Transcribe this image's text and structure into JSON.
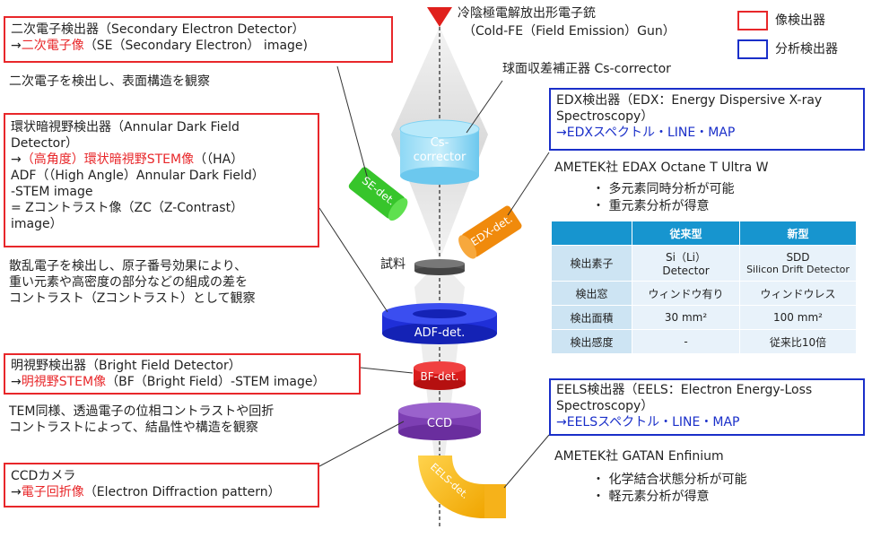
{
  "gun": {
    "title": "冷陰極電解放出形電子銃",
    "subtitle": "（Cold-FE（Field Emission）Gun）"
  },
  "cs_corrector": {
    "label": "球面収差補正器 Cs-corrector",
    "component_line1": "Cs-",
    "component_line2": "corrector"
  },
  "legend": {
    "image_detector": "像検出器",
    "analysis_detector": "分析検出器",
    "image_color": "#e8272a",
    "analysis_color": "#1a2fc9"
  },
  "se": {
    "box_line1": "二次電子検出器（Secondary Electron Detector）",
    "box_line2_arrow": "→",
    "box_line2_red": "二次電子像",
    "box_line2_rest": "（SE（Secondary Electron） image)",
    "desc": "二次電子を検出し、表面構造を観察",
    "component": "SE-det."
  },
  "adf": {
    "box_line1": "環状暗視野検出器（Annular Dark Field",
    "box_line2": "Detector）",
    "box_line3_arrow": "→",
    "box_line3_red": "（高角度）環状暗視野STEM像",
    "box_line3_rest": "（（HA）",
    "box_line4": "ADF（（High Angle）Annular Dark Field）",
    "box_line5": "-STEM image",
    "box_line6": "= Zコントラスト像（ZC（Z-Contrast）",
    "box_line7": "image）",
    "desc_line1": "散乱電子を検出し、原子番号効果により、",
    "desc_line2": "重い元素や高密度の部分などの組成の差を",
    "desc_line3": "コントラスト（Zコントラスト）として観察",
    "component": "ADF-det."
  },
  "sample": {
    "label": "試料"
  },
  "bf": {
    "box_line1": "明視野検出器（Bright Field Detector）",
    "box_line2_arrow": "→",
    "box_line2_red": "明視野STEM像",
    "box_line2_rest": "（BF（Bright Field）-STEM image）",
    "desc_line1": "TEM同様、透過電子の位相コントラストや回折",
    "desc_line2": "コントラストによって、結晶性や構造を観察",
    "component": "BF-det."
  },
  "ccd": {
    "box_line1": "CCDカメラ",
    "box_line2_arrow": "→",
    "box_line2_red": "電子回折像",
    "box_line2_rest": "（Electron Diffraction pattern）",
    "component": "CCD"
  },
  "edx": {
    "box_line1": "EDX検出器（EDX：Energy Dispersive X-ray",
    "box_line2": "Spectroscopy）",
    "box_line3": "→EDXスペクトル・LINE・MAP",
    "model": "AMETEK社 EDAX Octane T Ultra W",
    "bullet1": "・ 多元素同時分析が可能",
    "bullet2": "・ 重元素分析が得意",
    "component": "EDX-det."
  },
  "table": {
    "header": [
      "",
      "従来型",
      "新型"
    ],
    "rows": [
      {
        "label": "検出素子",
        "old_line1": "Si（Li）",
        "old_line2": "Detector",
        "new_line1": "SDD",
        "new_line2": "Silicon Drift Detector"
      },
      {
        "label": "検出窓",
        "old": "ウィンドウ有り",
        "new": "ウィンドウレス"
      },
      {
        "label": "検出面積",
        "old": "30 mm²",
        "new": "100 mm²"
      },
      {
        "label": "検出感度",
        "old": "-",
        "new": "従来比10倍"
      }
    ]
  },
  "eels": {
    "box_line1": "EELS検出器（EELS：Electron Energy-Loss",
    "box_line2": "Spectroscopy）",
    "box_line3": "→EELSスペクトル・LINE・MAP",
    "model": "AMETEK社 GATAN Enfinium",
    "bullet1": "・ 化学結合状態分析が可能",
    "bullet2": "・ 軽元素分析が得意",
    "component": "EELS-det."
  }
}
